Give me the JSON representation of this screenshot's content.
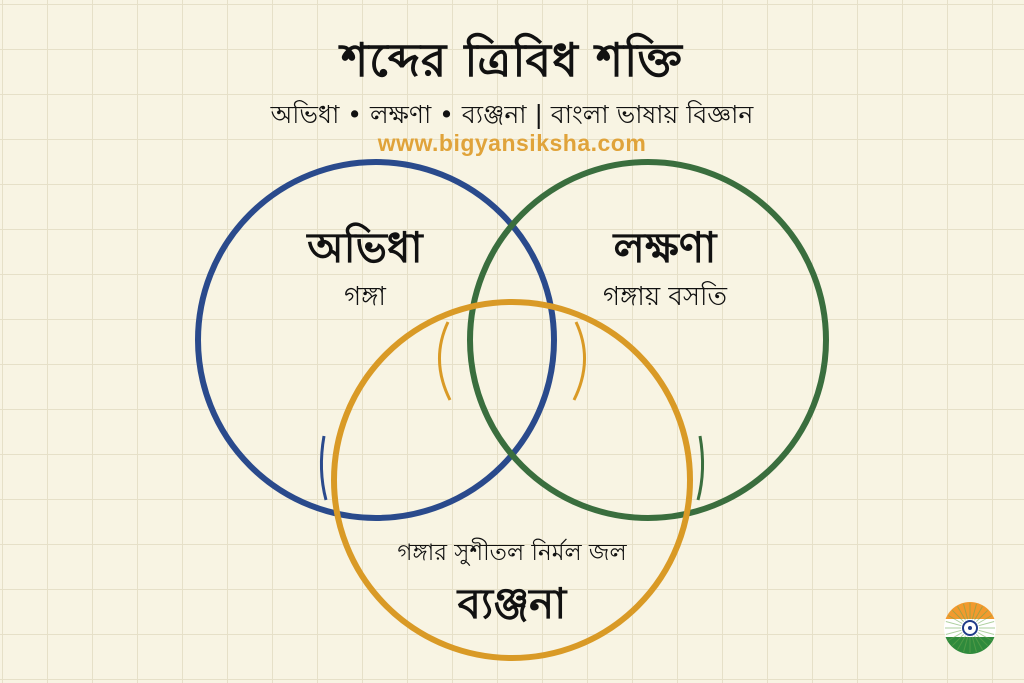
{
  "header": {
    "title": "শব্দের ত্রিবিধ শক্তি",
    "subtitle": "অভিধা • লক্ষণা • ব্যঞ্জনা | বাংলা ভাষায় বিজ্ঞান",
    "website": "www.bigyansiksha.com"
  },
  "venn": {
    "abhidha": {
      "title": "অভিধা",
      "example": "গঙ্গা"
    },
    "lakshana": {
      "title": "লক্ষণা",
      "example": "গঙ্গায় বসতি"
    },
    "vyanjana": {
      "title": "ব্যঞ্জনা",
      "example": "গঙ্গার সুশীতল নির্মল জল"
    }
  },
  "colors": {
    "background": "#f8f4e3",
    "blue_circle": "#2a4a8c",
    "green_circle": "#3a6e3e",
    "gold_circle": "#d99a26",
    "website_text": "#e0a33a"
  },
  "icons": {
    "emblem": "ashoka-chakra-emblem-icon"
  }
}
